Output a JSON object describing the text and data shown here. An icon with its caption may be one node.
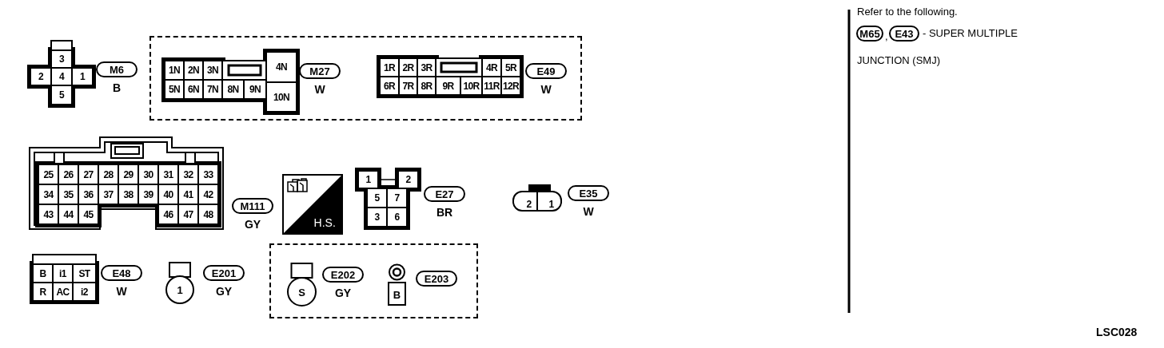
{
  "diagram": {
    "nodes": [
      {
        "text": [],
        "shape": "box"
      },
      {
        "text": [
          "3"
        ],
        "in": 0
      },
      {
        "text": [
          "2"
        ],
        "in": 0
      },
      {
        "text": [
          "4"
        ],
        "in": 0
      },
      {
        "text": [
          "1"
        ],
        "in": 0
      },
      {
        "text": [
          "5"
        ],
        "in": 0
      },
      {
        "text": [
          "M6"
        ],
        "beside": [
          "B"
        ]
      },
      {
        "text": [],
        "shape": "box"
      },
      {
        "text": [],
        "shape": "box",
        "in": 7
      },
      {
        "text": [
          "1N"
        ],
        "in": 8
      },
      {
        "text": [
          "2N"
        ],
        "in": 8
      },
      {
        "text": [
          "3N"
        ],
        "in": 8
      },
      {
        "text": [
          "4N"
        ],
        "in": 8
      },
      {
        "text": [
          "5N"
        ],
        "in": 8
      },
      {
        "text": [
          "6N"
        ],
        "in": 8
      },
      {
        "text": [
          "7N"
        ],
        "in": 8
      },
      {
        "text": [
          "8N"
        ],
        "in": 8
      },
      {
        "text": [
          "9N"
        ],
        "in": 8
      },
      {
        "text": [
          "10N"
        ],
        "in": 8
      },
      {
        "text": [
          "M27"
        ],
        "beside": [
          "W"
        ],
        "in": 7
      },
      {
        "text": [],
        "shape": "box",
        "in": 7
      },
      {
        "text": [
          "1R"
        ],
        "in": 20
      },
      {
        "text": [
          "2R"
        ],
        "in": 20
      },
      {
        "text": [
          "3R"
        ],
        "in": 20
      },
      {
        "text": [
          "4R"
        ],
        "in": 20
      },
      {
        "text": [
          "5R"
        ],
        "in": 20
      },
      {
        "text": [
          "6R"
        ],
        "in": 20
      },
      {
        "text": [
          "7R"
        ],
        "in": 20
      },
      {
        "text": [
          "8R"
        ],
        "in": 20
      },
      {
        "text": [
          "9R"
        ],
        "in": 20
      },
      {
        "text": [
          "10R"
        ],
        "in": 20
      },
      {
        "text": [
          "11R"
        ],
        "in": 20
      },
      {
        "text": [
          "12R"
        ],
        "in": 20
      },
      {
        "text": [
          "E49"
        ],
        "beside": [
          "W"
        ],
        "in": 7
      },
      {
        "text": [],
        "shape": "box"
      },
      {
        "text": [
          "25"
        ],
        "in": 34
      },
      {
        "text": [
          "26"
        ],
        "in": 34
      },
      {
        "text": [
          "27"
        ],
        "in": 34
      },
      {
        "text": [
          "28"
        ],
        "in": 34
      },
      {
        "text": [
          "29"
        ],
        "in": 34
      },
      {
        "text": [
          "30"
        ],
        "in": 34
      },
      {
        "text": [
          "31"
        ],
        "in": 34
      },
      {
        "text": [
          "32"
        ],
        "in": 34
      },
      {
        "text": [
          "33"
        ],
        "in": 34
      },
      {
        "text": [
          "34"
        ],
        "in": 34
      },
      {
        "text": [
          "35"
        ],
        "in": 34
      },
      {
        "text": [
          "36"
        ],
        "in": 34
      },
      {
        "text": [
          "37"
        ],
        "in": 34
      },
      {
        "text": [
          "38"
        ],
        "in": 34
      },
      {
        "text": [
          "39"
        ],
        "in": 34
      },
      {
        "text": [
          "40"
        ],
        "in": 34
      },
      {
        "text": [
          "41"
        ],
        "in": 34
      },
      {
        "text": [
          "42"
        ],
        "in": 34
      },
      {
        "text": [
          "43"
        ],
        "in": 34
      },
      {
        "text": [
          "44"
        ],
        "in": 34
      },
      {
        "text": [
          "45"
        ],
        "in": 34
      },
      {
        "text": [
          "46"
        ],
        "in": 34
      },
      {
        "text": [
          "47"
        ],
        "in": 34
      },
      {
        "text": [
          "48"
        ],
        "in": 34
      },
      {
        "text": [
          "M111"
        ],
        "beside": [
          "GY"
        ]
      },
      {
        "text": [
          "H.S."
        ]
      },
      {
        "text": [],
        "shape": "box"
      },
      {
        "text": [
          "1"
        ],
        "in": 61
      },
      {
        "text": [
          "2"
        ],
        "in": 61
      },
      {
        "text": [
          "5"
        ],
        "in": 61
      },
      {
        "text": [
          "7"
        ],
        "in": 61
      },
      {
        "text": [
          "3"
        ],
        "in": 61
      },
      {
        "text": [
          "6"
        ],
        "in": 61
      },
      {
        "text": [
          "E27"
        ],
        "beside": [
          "BR"
        ]
      },
      {
        "text": [],
        "shape": "box"
      },
      {
        "text": [
          "2"
        ],
        "in": 69
      },
      {
        "text": [
          "1"
        ],
        "in": 69
      },
      {
        "text": [
          "E35"
        ],
        "beside": [
          "W"
        ]
      },
      {
        "text": [],
        "shape": "box"
      },
      {
        "text": [
          "B"
        ],
        "in": 73
      },
      {
        "text": [
          "i1"
        ],
        "in": 73
      },
      {
        "text": [
          "ST"
        ],
        "in": 73
      },
      {
        "text": [
          "R"
        ],
        "in": 73
      },
      {
        "text": [
          "AC"
        ],
        "in": 73
      },
      {
        "text": [
          "i2"
        ],
        "in": 73
      },
      {
        "text": [
          "E48"
        ],
        "beside": [
          "W"
        ]
      },
      {
        "text": [
          "1"
        ]
      },
      {
        "text": [
          "E201"
        ],
        "beside": [
          "GY"
        ]
      },
      {
        "text": [],
        "shape": "box"
      },
      {
        "text": [
          "S"
        ],
        "in": 83
      },
      {
        "text": [
          "E202"
        ],
        "beside": [
          "GY"
        ],
        "in": 83
      },
      {
        "text": [
          "B"
        ],
        "in": 83
      },
      {
        "text": [
          "E203"
        ],
        "in": 83
      },
      {
        "text": [
          "M65"
        ]
      },
      {
        "text": [
          "E43"
        ]
      }
    ],
    "edges": [
      {
        "from": 62,
        "to": 63,
        "arrow": "none"
      }
    ],
    "labels": [
      "Refer to the following.",
      ",",
      "- SUPER MULTIPLE JUNCTION (SMJ)",
      "LSC028"
    ]
  }
}
